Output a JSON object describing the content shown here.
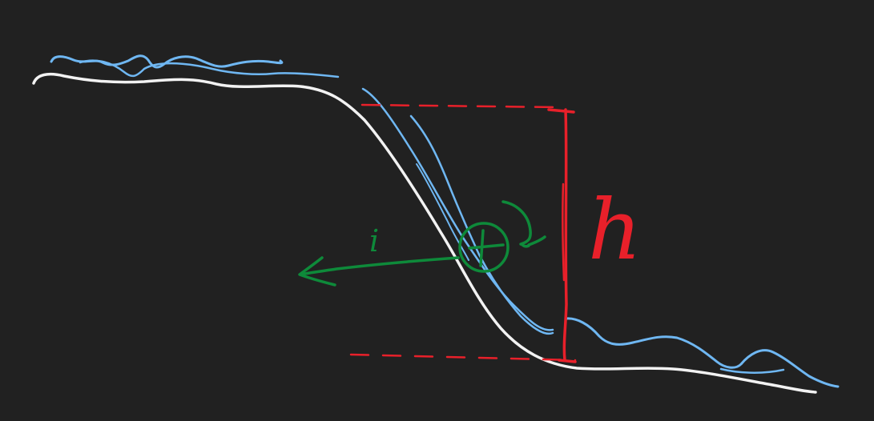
{
  "diagram": {
    "labels": {
      "height": "h",
      "current": "i"
    },
    "colors": {
      "background": "#212121",
      "terrain": "#f2f2f2",
      "water": "#6fb7f2",
      "height_marker": "#e8202a",
      "current_and_generator": "#0e8a3a"
    },
    "icons": {
      "generator": "circle-plus-symbol",
      "rotation": "curved-arrow",
      "current_direction": "arrow-left"
    }
  }
}
